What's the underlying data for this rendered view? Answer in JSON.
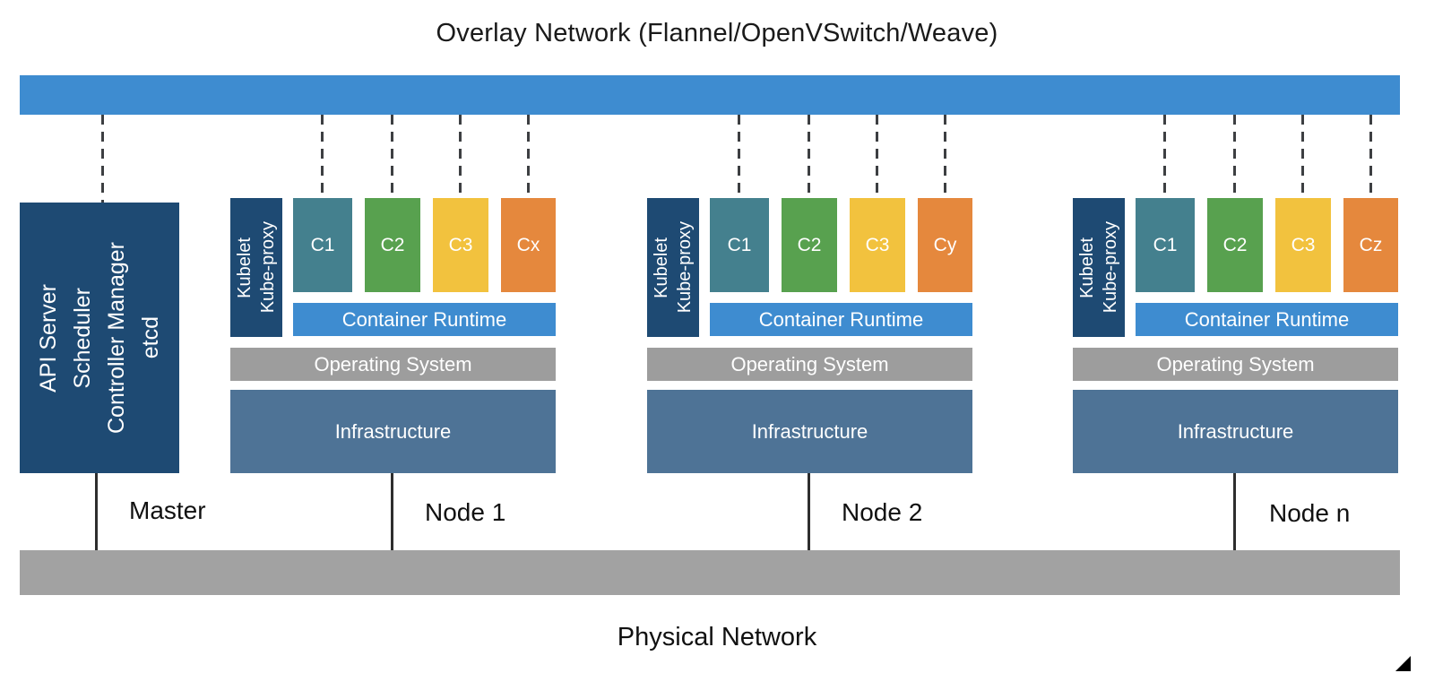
{
  "title": "Overlay Network (Flannel/OpenVSwitch/Weave)",
  "footer": "Physical Network",
  "colors": {
    "overlay_bar_blue": "#3e8cd0",
    "navy_block": "#1e4a73",
    "container_teal": "#44808e",
    "container_green": "#58a14f",
    "container_yellow": "#f2c23e",
    "container_orange": "#e5883d",
    "runtime_blue": "#3e8cd0",
    "os_gray": "#9d9d9d",
    "infrastructure_slate": "#4e7396",
    "physical_bar_gray": "#a2a2a2",
    "connector_line": "#3d3f42"
  },
  "master": {
    "label": "Master",
    "lines": [
      "API Server",
      "Scheduler",
      "Controller Manager",
      "etcd"
    ]
  },
  "nodes": [
    {
      "label": "Node 1",
      "agent_lines": [
        "Kubelet",
        "Kube-proxy"
      ],
      "containers": [
        "C1",
        "C2",
        "C3",
        "Cx"
      ],
      "runtime": "Container Runtime",
      "os": "Operating System",
      "infrastructure": "Infrastructure"
    },
    {
      "label": "Node 2",
      "agent_lines": [
        "Kubelet",
        "Kube-proxy"
      ],
      "containers": [
        "C1",
        "C2",
        "C3",
        "Cy"
      ],
      "runtime": "Container Runtime",
      "os": "Operating System",
      "infrastructure": "Infrastructure"
    },
    {
      "label": "Node n",
      "agent_lines": [
        "Kubelet",
        "Kube-proxy"
      ],
      "containers": [
        "C1",
        "C2",
        "C3",
        "Cz"
      ],
      "runtime": "Container Runtime",
      "os": "Operating System",
      "infrastructure": "Infrastructure"
    }
  ]
}
